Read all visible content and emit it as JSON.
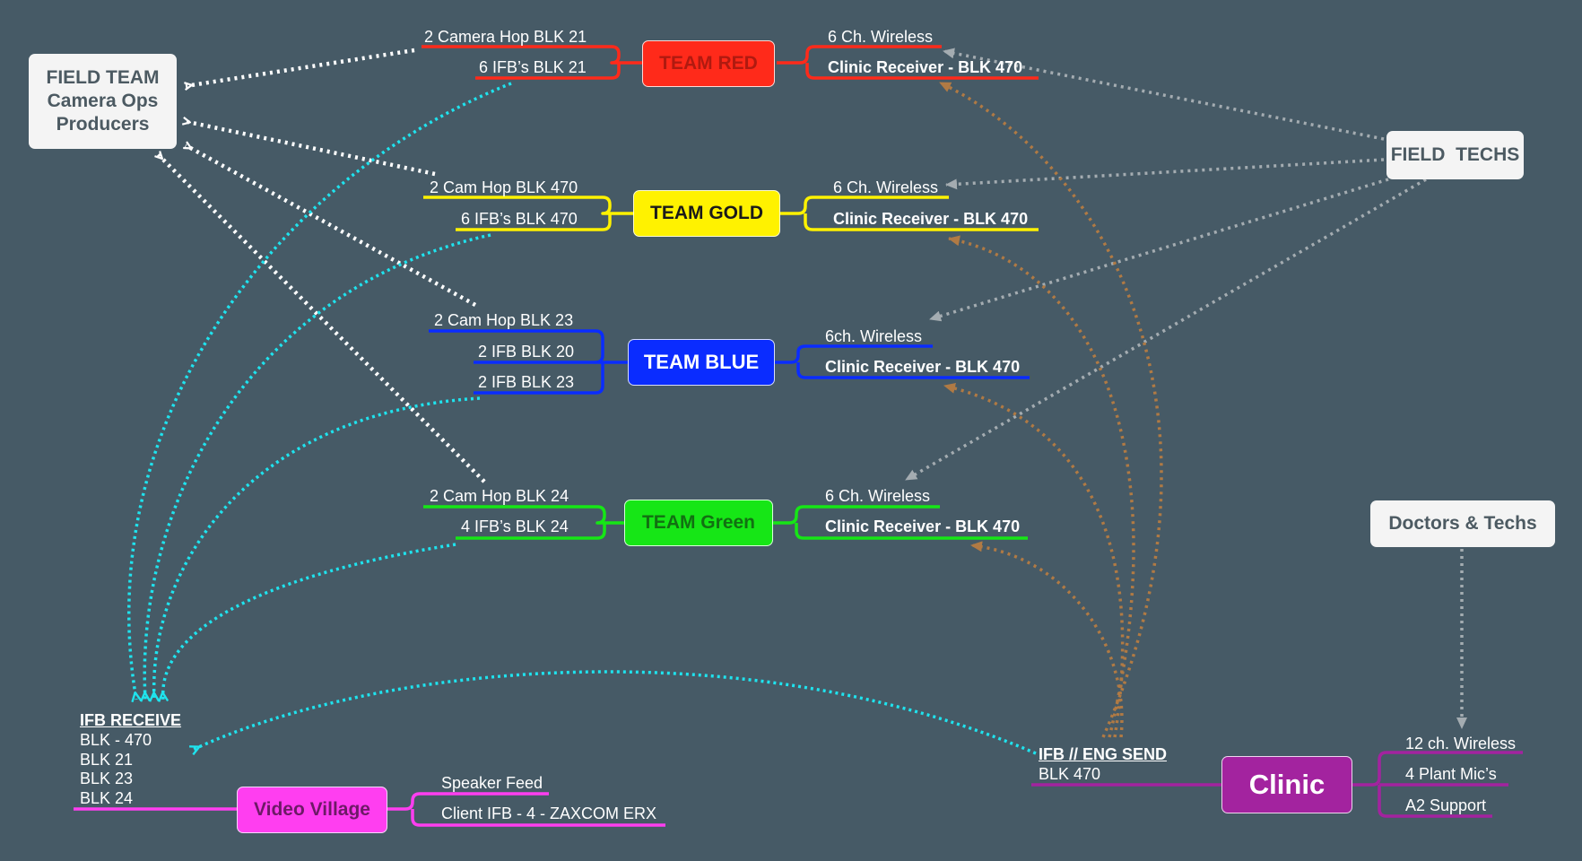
{
  "colors": {
    "background": "#465a66",
    "red": "#ff2a1a",
    "gold": "#fff200",
    "blue": "#0a2cff",
    "green": "#16e616",
    "magenta": "#ff3ef0",
    "purple": "#a3239f",
    "cyan": "#1fe3ee",
    "brown": "#b07a44",
    "gray": "#a4acb1",
    "white": "#ffffff"
  },
  "field_team": {
    "line1": "FIELD TEAM",
    "line2": "Camera Ops",
    "line3": "Producers"
  },
  "field_techs": {
    "label": "FIELD  TECHS"
  },
  "doctors_techs": {
    "label": "Doctors & Techs"
  },
  "teams": {
    "red": {
      "label": "TEAM RED",
      "left": [
        "2 Camera Hop BLK 21",
        "6 IFB’s BLK 21"
      ],
      "right": [
        "6 Ch. Wireless",
        "Clinic Receiver - BLK 470"
      ]
    },
    "gold": {
      "label": "TEAM GOLD",
      "left": [
        "2 Cam Hop BLK 470",
        "6 IFB’s BLK 470"
      ],
      "right": [
        "6 Ch. Wireless",
        "Clinic Receiver - BLK 470"
      ]
    },
    "blue": {
      "label": "TEAM BLUE",
      "left": [
        "2 Cam Hop BLK 23",
        "2 IFB BLK 20",
        "2 IFB BLK 23"
      ],
      "right": [
        "6ch. Wireless",
        "Clinic Receiver - BLK 470"
      ]
    },
    "green": {
      "label": "TEAM Green",
      "left": [
        "2 Cam Hop BLK 24",
        "4 IFB’s BLK 24"
      ],
      "right": [
        "6 Ch. Wireless",
        "Clinic Receiver - BLK 470"
      ]
    }
  },
  "ifb_receive": {
    "title": "IFB RECEIVE",
    "items": [
      "BLK - 470",
      "BLK 21",
      "BLK 23",
      "BLK 24"
    ]
  },
  "video_village": {
    "label": "Video Village",
    "items": [
      "Speaker Feed",
      "Client IFB - 4 - ZAXCOM ERX"
    ]
  },
  "ifb_send": {
    "title": "IFB // ENG SEND",
    "sub": "BLK 470"
  },
  "clinic": {
    "label": "Clinic",
    "items": [
      "12 ch. Wireless",
      "4 Plant Mic’s",
      "A2 Support"
    ]
  }
}
